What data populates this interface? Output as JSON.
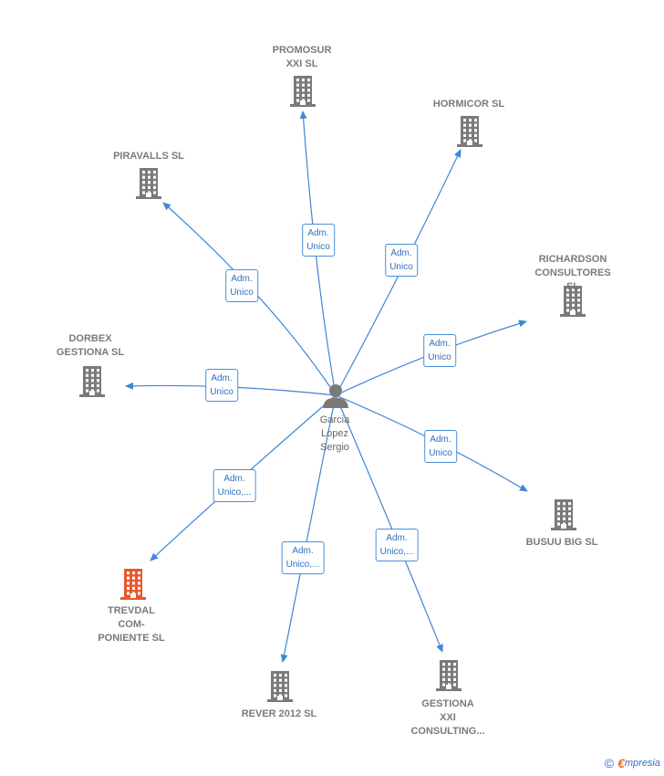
{
  "center": {
    "name_lines": "Garcia\nLopez\nSergio"
  },
  "nodes": [
    {
      "id": "promosur",
      "label": "PROMOSUR\nXXI  SL",
      "highlight": false
    },
    {
      "id": "hormicor",
      "label": "HORMICOR SL",
      "highlight": false
    },
    {
      "id": "piravalls",
      "label": "PIRAVALLS SL",
      "highlight": false
    },
    {
      "id": "richardson",
      "label": "RICHARDSON\nCONSULTORES SL",
      "highlight": false
    },
    {
      "id": "dorbex",
      "label": "DORBEX\nGESTIONA SL",
      "highlight": false
    },
    {
      "id": "busuu",
      "label": "BUSUU BIG SL",
      "highlight": false
    },
    {
      "id": "trevdal",
      "label": "TREVDAL\nCOM-\nPONIENTE  SL",
      "highlight": true
    },
    {
      "id": "rever",
      "label": "REVER 2012 SL",
      "highlight": false
    },
    {
      "id": "gestiona",
      "label": "GESTIONA\nXXI\nCONSULTING...",
      "highlight": false
    }
  ],
  "edges": [
    {
      "to": "promosur",
      "label": "Adm.\nUnico"
    },
    {
      "to": "hormicor",
      "label": "Adm.\nUnico"
    },
    {
      "to": "piravalls",
      "label": "Adm.\nUnico"
    },
    {
      "to": "richardson",
      "label": "Adm.\nUnico"
    },
    {
      "to": "dorbex",
      "label": "Adm.\nUnico"
    },
    {
      "to": "busuu",
      "label": "Adm.\nUnico"
    },
    {
      "to": "trevdal",
      "label": "Adm.\nUnico,..."
    },
    {
      "to": "rever",
      "label": "Adm.\nUnico,..."
    },
    {
      "to": "gestiona",
      "label": "Adm.\nUnico,..."
    }
  ],
  "colors": {
    "edge": "#3f86d6",
    "building": "#7a7a7a",
    "building_highlight": "#e8592a",
    "person": "#7a7a7a"
  },
  "footer": {
    "copyright_symbol": "©",
    "brand_initial": "€",
    "brand_rest": "mpresia"
  }
}
